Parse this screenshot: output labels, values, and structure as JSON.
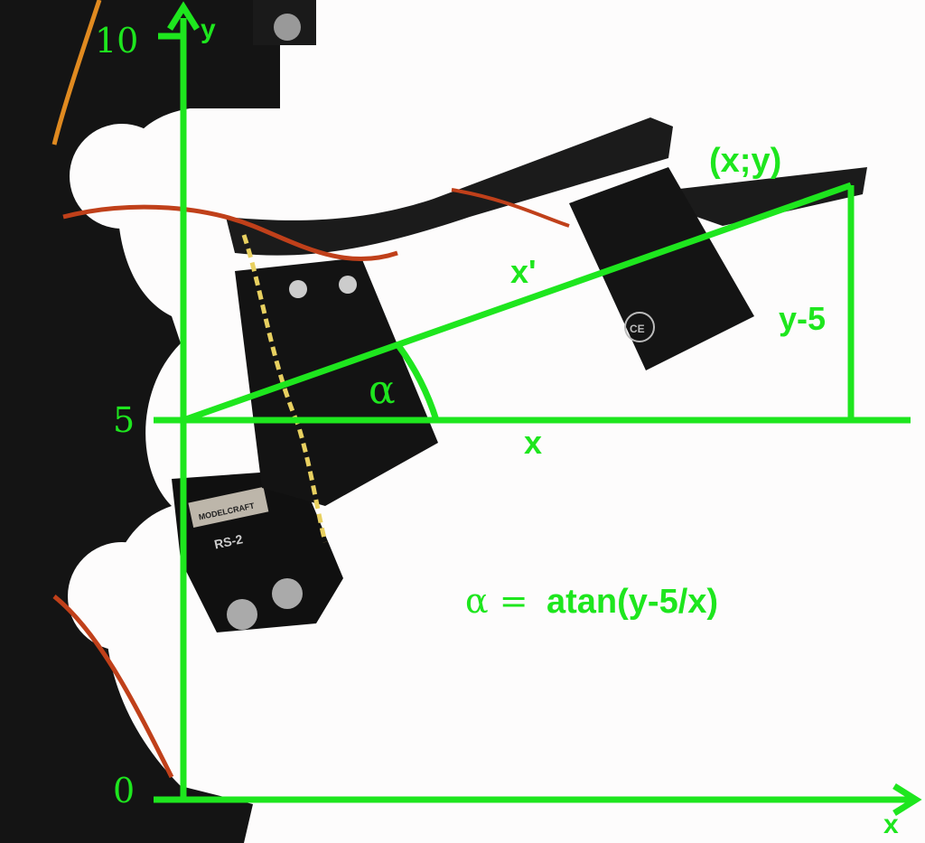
{
  "colors": {
    "overlay": "#1ee61e",
    "robot": "#141414",
    "wire_red": "#c0401a",
    "wire_orange": "#e08a20",
    "wire_yellow": "#e8d060"
  },
  "axes": {
    "y_axis_label": "y",
    "x_axis_label": "x",
    "y_ticks": [
      "10",
      "5",
      "0"
    ]
  },
  "annotations": {
    "point": "(x;y)",
    "hypotenuse": "x'",
    "opposite": "y-5",
    "adjacent": "x",
    "angle": "α",
    "formula_symbol": "α =",
    "formula_expr": "atan(y-5/x)"
  },
  "photo_text": {
    "servo_brand": "MODELCRAFT",
    "servo_model": "RS-2",
    "ce_mark": "CE"
  }
}
